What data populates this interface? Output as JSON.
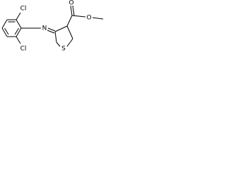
{
  "molecule": {
    "bond_color": "#000000",
    "labels": {
      "cl_top": "Cl",
      "cl_bottom": "Cl",
      "n": "N",
      "s": "S",
      "o_carbonyl": "O",
      "o_ester": "O"
    }
  }
}
